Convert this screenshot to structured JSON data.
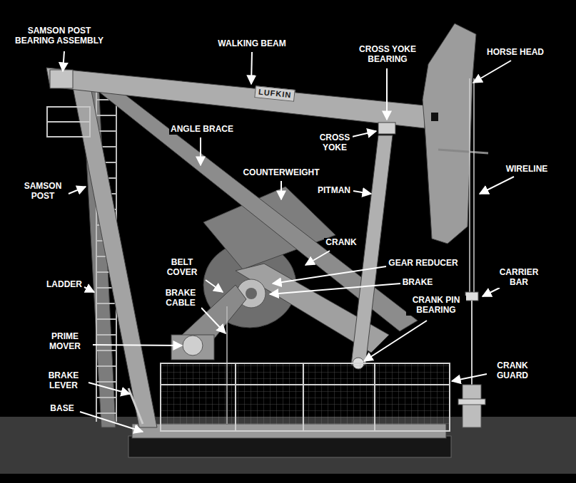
{
  "diagram": {
    "labels": [
      "SAMSON POST BEARING ASSEMBLY",
      "WALKING BEAM",
      "CROSS YOKE BEARING",
      "HORSE HEAD",
      "ANGLE BRACE",
      "COUNTERWEIGHT",
      "CROSS YOKE",
      "PITMAN",
      "WIRELINE",
      "SAMSON POST",
      "CRANK",
      "GEAR REDUCER",
      "BELT COVER",
      "BRAKE",
      "CARRIER BAR",
      "BRAKE CABLE",
      "CRANK PIN BEARING",
      "LADDER",
      "PRIME MOVER",
      "CRANK GUARD",
      "BRAKE LEVER",
      "BASE",
      "LUFKIN"
    ]
  }
}
